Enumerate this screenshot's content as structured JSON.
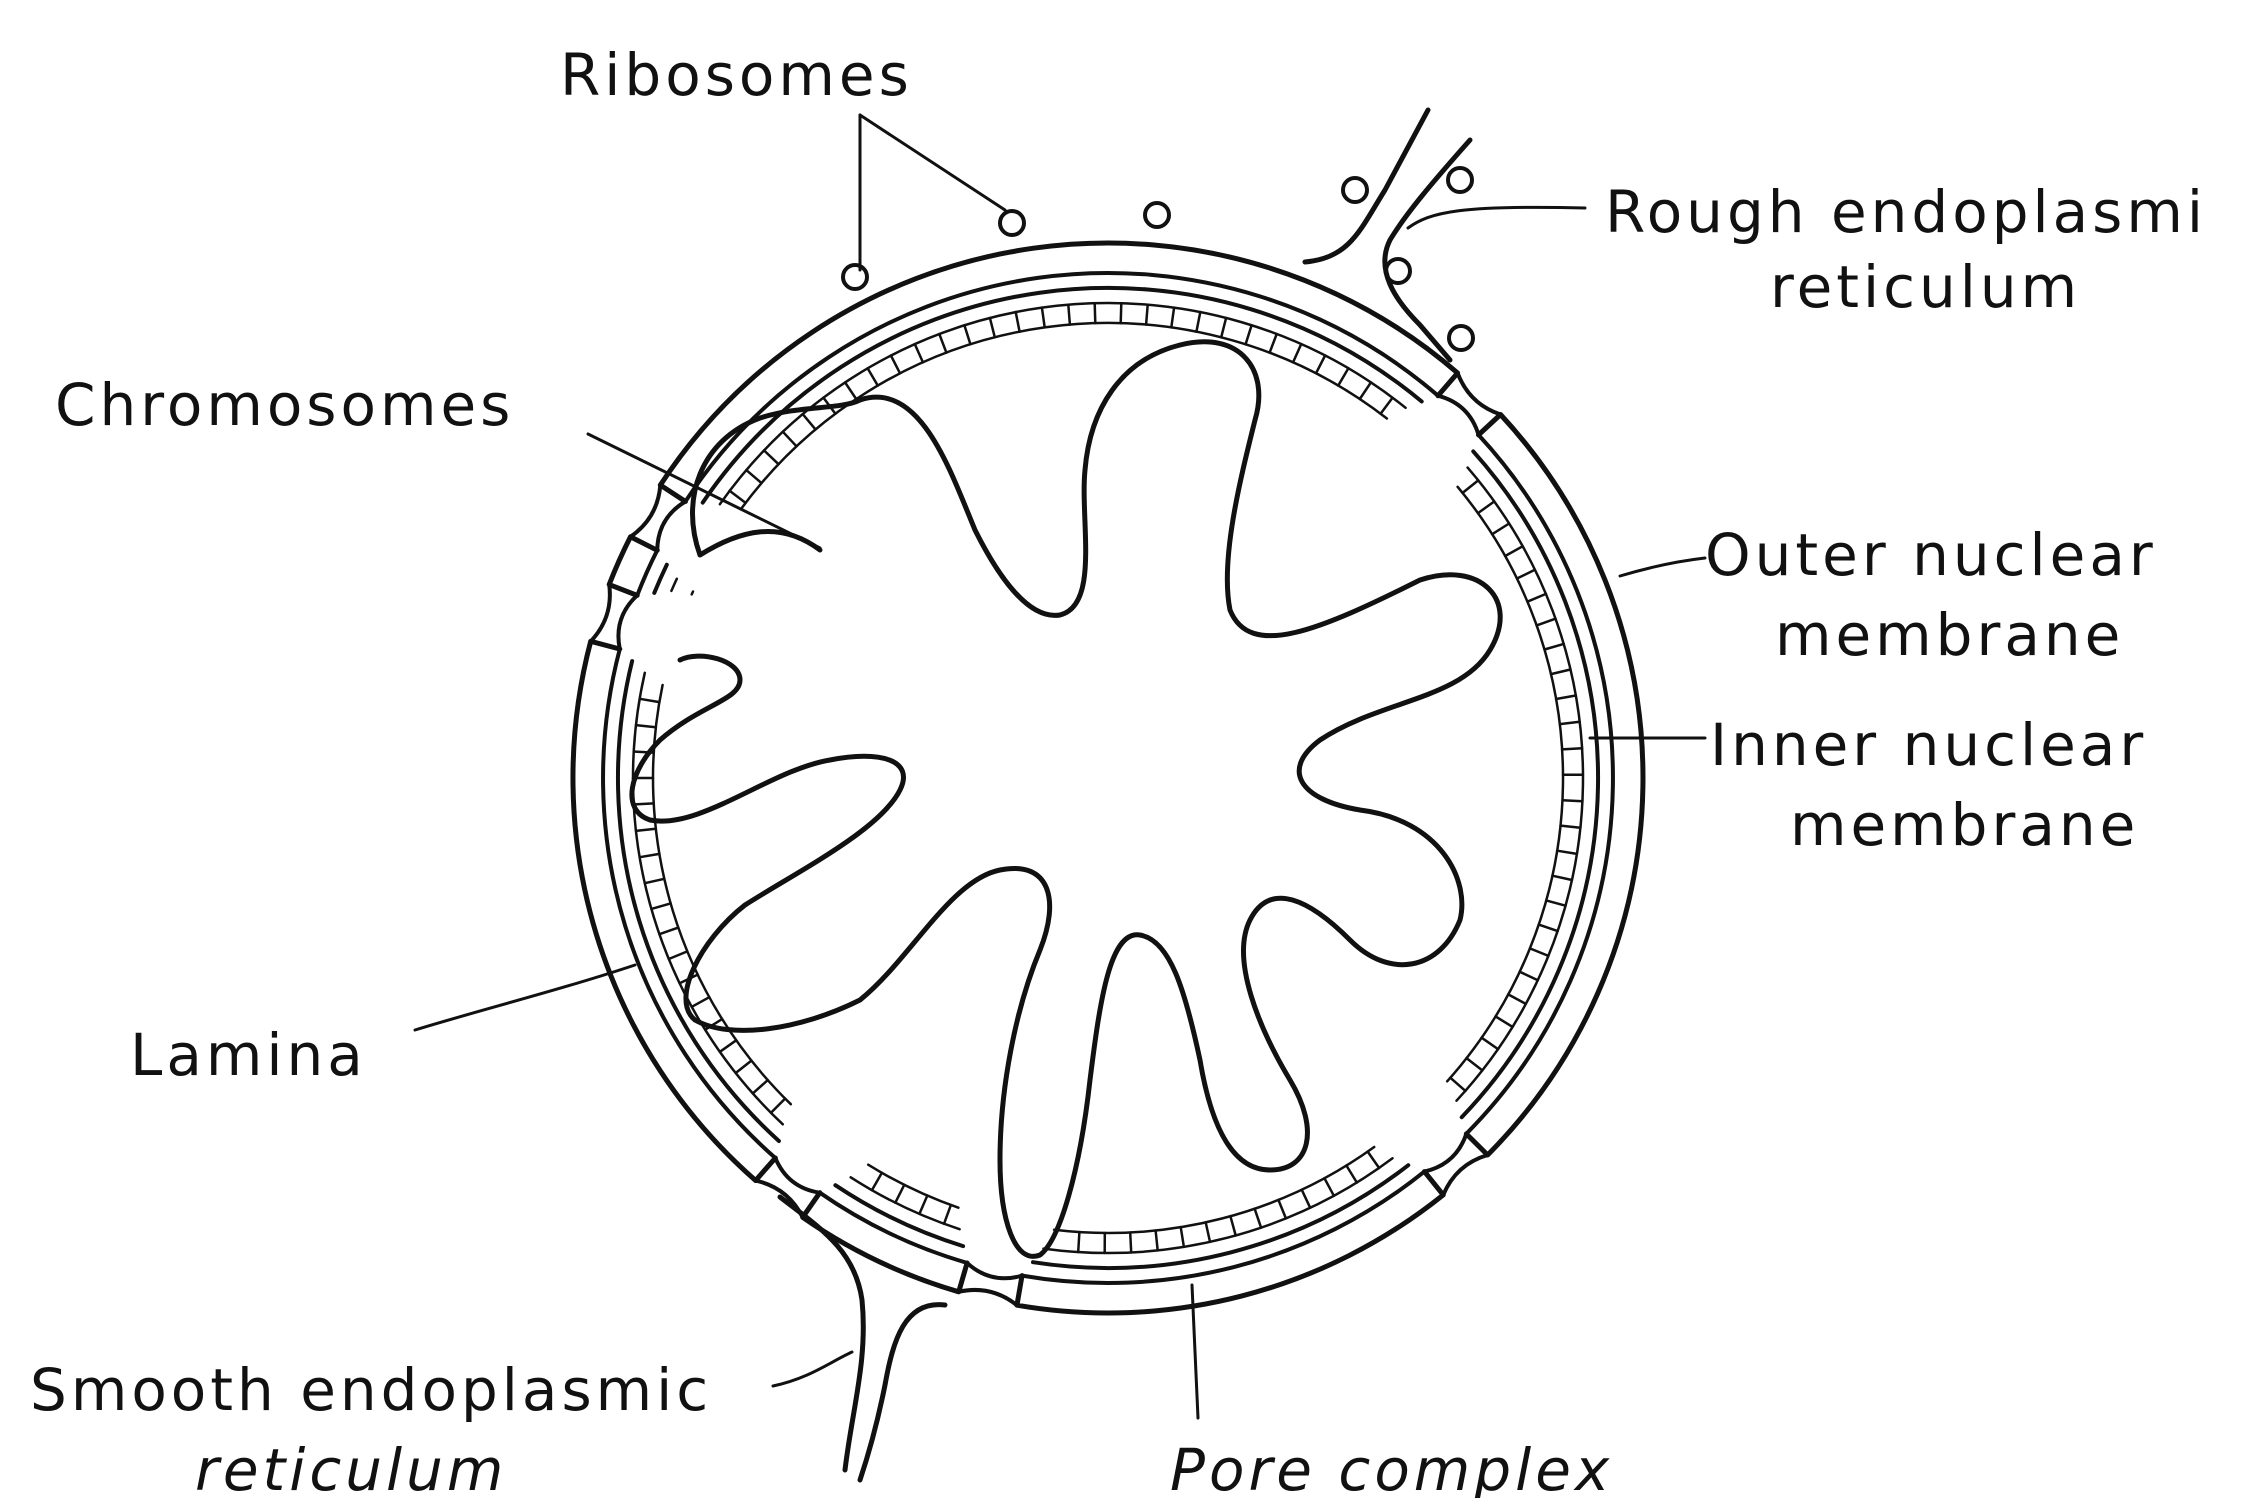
{
  "labels": {
    "ribosomes": "Ribosomes",
    "rough_er_line1": "Rough endoplasmi",
    "rough_er_line2": "reticulum",
    "chromosomes": "Chromosomes",
    "outer_line1": "Outer nuclear",
    "outer_line2": "membrane",
    "inner_line1": "Inner nuclear",
    "inner_line2": "membrane",
    "lamina": "Lamina",
    "smooth_er_line1": "Smooth endoplasmic",
    "smooth_er_line2": "reticulum",
    "pore_complex": "Pore complex"
  },
  "colors": {
    "ink": "#111111",
    "background": "#ffffff"
  }
}
